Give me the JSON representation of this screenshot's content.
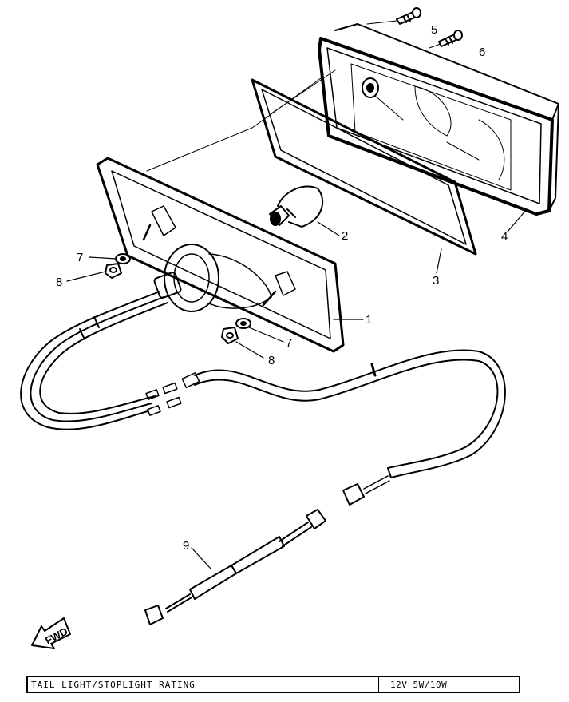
{
  "callouts": {
    "c1": "1",
    "c2": "2",
    "c3": "3",
    "c4": "4",
    "c5": "5",
    "c6": "6",
    "c7a": "7",
    "c7b": "7",
    "c8a": "8",
    "c8b": "8",
    "c9": "9"
  },
  "fwd_label": "FWD",
  "rating": {
    "label": "TAIL LIGHT/STOPLIGHT RATING",
    "value": "12V 5W/10W"
  }
}
